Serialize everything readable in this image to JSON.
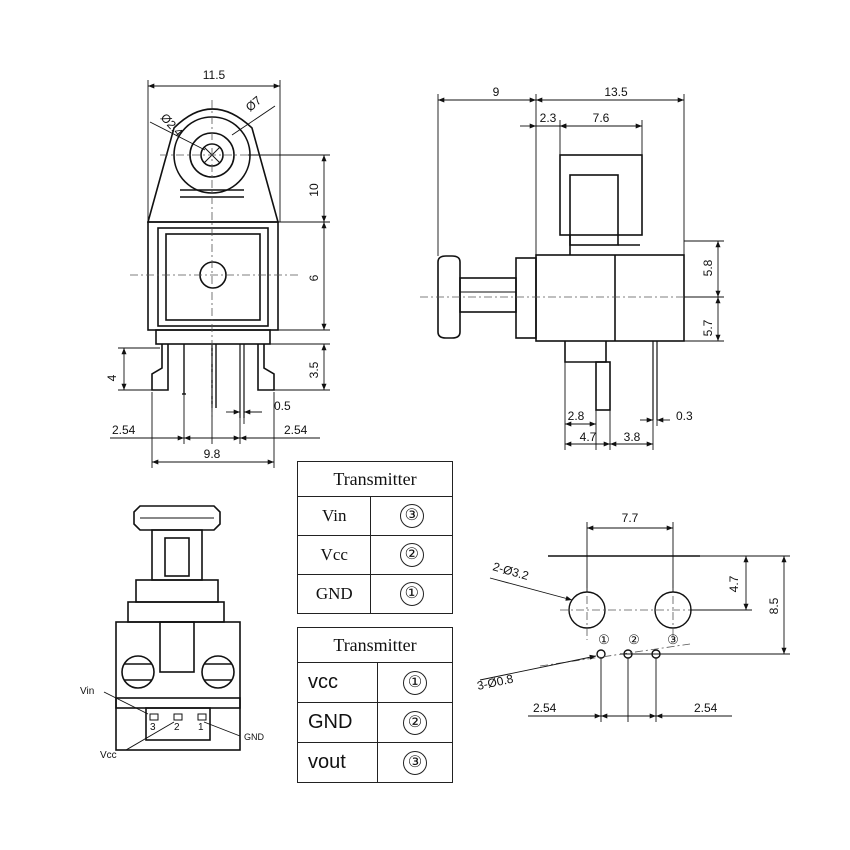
{
  "front_view": {
    "width": "11.5",
    "hole_small": "Ø2.4",
    "hole_large": "Ø7",
    "h_upper": "10",
    "h_mid": "6",
    "h_pins": "3.5",
    "left_h": "4",
    "pin_width": "0.5",
    "pitch_left": "2.54",
    "pitch_right": "2.54",
    "body_width": "9.8"
  },
  "side_view": {
    "len_left": "9",
    "len_right": "13.5",
    "d_a": "2.3",
    "d_b": "7.6",
    "h_top": "5.8",
    "h_bot": "5.7",
    "d_c": "2.8",
    "d_d": "0.3",
    "d_e": "4.7",
    "d_f": "3.8"
  },
  "bottom_view": {
    "vin": "Vin",
    "vcc": "Vcc",
    "gnd": "GND",
    "pin3": "3",
    "pin2": "2",
    "pin1": "1"
  },
  "pcb_layout": {
    "spacing": "7.7",
    "dim_v1": "4.7",
    "dim_v2": "8.5",
    "big_holes": "2-Ø3.2",
    "small_holes": "3-Ø0.8",
    "pitch_left": "2.54",
    "pitch_right": "2.54",
    "p1": "①",
    "p2": "②",
    "p3": "③"
  },
  "table_1": {
    "title": "Transmitter",
    "rows": [
      {
        "name": "Vin",
        "num": "③"
      },
      {
        "name": "Vcc",
        "num": "②"
      },
      {
        "name": "GND",
        "num": "①"
      }
    ]
  },
  "table_2": {
    "title": "Transmitter",
    "rows": [
      {
        "name": "vcc",
        "num": "①"
      },
      {
        "name": "GND",
        "num": "②"
      },
      {
        "name": "vout",
        "num": "③"
      }
    ]
  }
}
